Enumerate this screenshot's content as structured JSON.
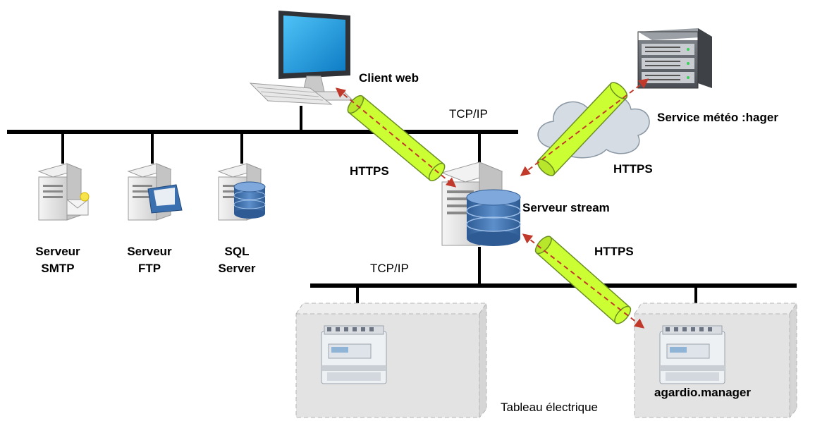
{
  "labels": {
    "client_web": "Client web",
    "tcpip_top": "TCP/IP",
    "tcpip_bottom": "TCP/IP",
    "service_meteo": "Service météo :hager",
    "https_left": "HTTPS",
    "https_right": "HTTPS",
    "https_bottom": "HTTPS",
    "serveur_stream": "Serveur stream",
    "smtp_line1": "Serveur",
    "smtp_line2": "SMTP",
    "ftp_line1": "Serveur",
    "ftp_line2": "FTP",
    "sql_line1": "SQL",
    "sql_line2": "Server",
    "agardio": "agardio.manager",
    "tableau": "Tableau électrique"
  },
  "colors": {
    "bus": "#000000",
    "tunnel_fill": "#ccff33",
    "tunnel_stroke": "#6b8e23",
    "arrow": "#c0392b",
    "panel_fill": "#e3e3e3",
    "panel_stroke": "#b5b5b5",
    "db_blue": "#3d6ea8",
    "screen_blue": "#1e9be3"
  },
  "icons": [
    "desktop-computer-icon",
    "server-rack-icon",
    "cloud-icon",
    "mail-server-icon",
    "ftp-server-icon",
    "sql-server-icon",
    "stream-server-icon",
    "electrical-module-icon"
  ]
}
